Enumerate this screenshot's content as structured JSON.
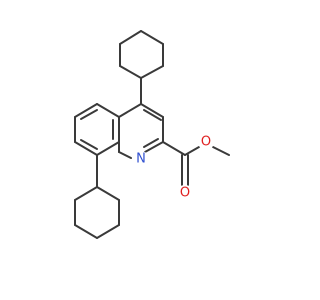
{
  "atoms": {
    "nitrogen": {
      "symbol": "N",
      "color": "#3050d0"
    },
    "carbonyl_oxygen": {
      "symbol": "O",
      "color": "#e02020"
    },
    "ester_oxygen": {
      "symbol": "O",
      "color": "#e02020"
    }
  },
  "colors": {
    "bond": "#3a3a3a",
    "background": "#ffffff"
  }
}
